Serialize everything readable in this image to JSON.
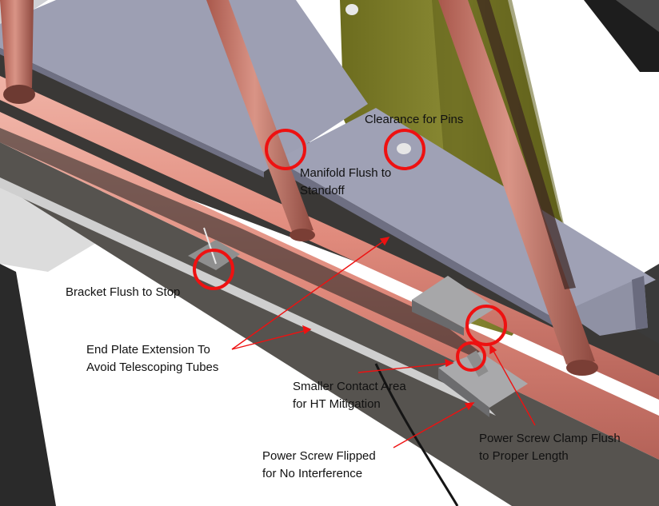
{
  "colors": {
    "background": "#ffffff",
    "copper_tube": "#d8857a",
    "plate": "#9ea0b4",
    "block_olive": "#7d7d2a",
    "channel_gray": "#5e5c58",
    "annotation_red": "#ee1111"
  },
  "annotations": [
    {
      "id": "clearance-for-pins",
      "lines": [
        "Clearance for Pins"
      ]
    },
    {
      "id": "manifold-flush-to-standoff",
      "lines": [
        "Manifold Flush to",
        "Standoff"
      ]
    },
    {
      "id": "bracket-flush-to-stop",
      "lines": [
        "Bracket Flush to Stop"
      ]
    },
    {
      "id": "end-plate-extension",
      "lines": [
        "End Plate Extension To",
        "Avoid Telescoping Tubes"
      ]
    },
    {
      "id": "smaller-contact-area",
      "lines": [
        "Smaller Contact Area",
        "for HT Mitigation"
      ]
    },
    {
      "id": "power-screw-clamp-flush",
      "lines": [
        "Power Screw Clamp Flush",
        "to Proper Length"
      ]
    },
    {
      "id": "power-screw-flipped",
      "lines": [
        "Power Screw Flipped",
        "for No Interference"
      ]
    }
  ]
}
